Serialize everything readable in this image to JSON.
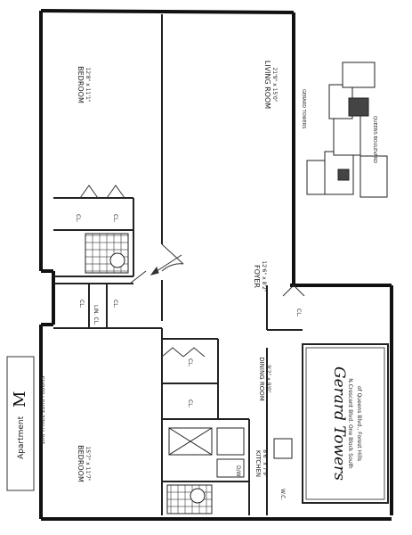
{
  "title_block": {
    "apartment_word": "Apartment",
    "apartment_letter": "M",
    "floors": "2nd THREE 22nd FLOORS"
  },
  "rooms": {
    "bedroom_top": {
      "name": "BEDROOM",
      "dims": "12'8\" x 11'1\""
    },
    "living_room": {
      "name": "LIVING ROOM",
      "dims": "21'9\" x 15'0\""
    },
    "foyer": {
      "name": "FOYER",
      "dims": "12'6\" x 8'2\""
    },
    "bedroom_bottom": {
      "name": "BEDROOM",
      "dims": "15'7\" x 11'7\""
    },
    "dining_room": {
      "name": "DINING ROOM",
      "dims": "9'2\" x 9'0\""
    },
    "kitchen": {
      "name": "KITCHEN",
      "dims": "8'6\" x 7'9\""
    },
    "closets": [
      "CL.",
      "CL.",
      "CL.",
      "CL.",
      "CL.",
      "CL.",
      "CL."
    ],
    "linen_closet": "LIN. CL.",
    "dw": "D/W",
    "wc": "W.C."
  },
  "key_plan": {
    "caption_1": "GERARD TOWERS",
    "caption_2": "QUEENS BOULEVARD"
  },
  "building": {
    "name": "Gerard Towers",
    "line_1": "N.Crescent Blvd. One Block South",
    "line_2": "of Queens Blvd., Forest Hills"
  }
}
